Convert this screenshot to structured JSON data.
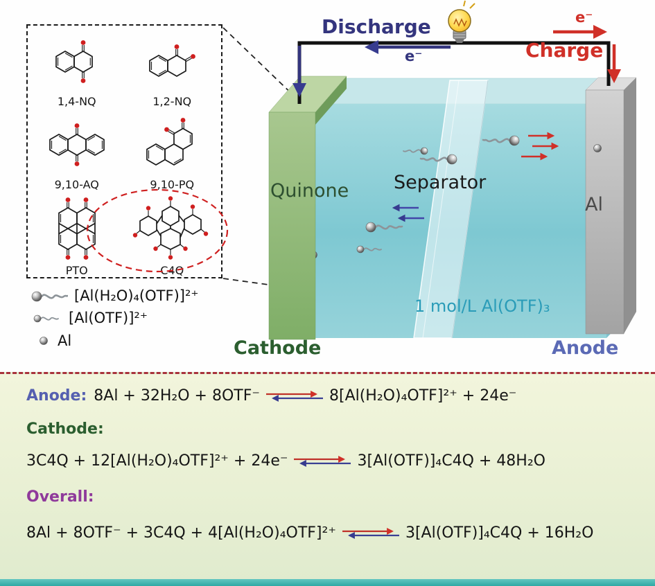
{
  "panel": {
    "molecules": [
      {
        "label": "1,4-NQ"
      },
      {
        "label": "1,2-NQ"
      },
      {
        "label": "9,10-AQ"
      },
      {
        "label": "9,10-PQ"
      },
      {
        "label": "PTO"
      },
      {
        "label": "C4Q"
      }
    ]
  },
  "legend": {
    "items": [
      {
        "icon": "large-hydrated-ion-icon",
        "label": "[Al(H₂O)₄(OTF)]²⁺"
      },
      {
        "icon": "small-ion-icon",
        "label": "[Al(OTF)]²⁺"
      },
      {
        "icon": "al-sphere-icon",
        "label": "Al"
      }
    ]
  },
  "battery": {
    "discharge": "Discharge",
    "charge": "Charge",
    "electron_discharge": "e⁻",
    "electron_charge": "e⁻",
    "cathode_material": "Quinone",
    "separator": "Separator",
    "anode_material": "Al",
    "electrolyte": "1 mol/L Al(OTF)₃",
    "cathode": "Cathode",
    "anode": "Anode"
  },
  "colors": {
    "discharge_navy": "#34357e",
    "charge_red": "#d03028",
    "cathode_green": "#2b5e2f",
    "anode_blue": "#5b6ab5",
    "electrolyte_teal": "#2a9cb8",
    "overall_purple": "#8f3a9b",
    "oxygen_red": "#cf1f1f"
  },
  "equations": {
    "anode": {
      "label": "Anode:",
      "left": "8Al + 32H₂O + 8OTF⁻",
      "right": "8[Al(H₂O)₄OTF]²⁺ + 24e⁻"
    },
    "cathode": {
      "label": "Cathode:",
      "left": "3C4Q + 12[Al(H₂O)₄OTF]²⁺ + 24e⁻",
      "right": "3[Al(OTF)]₄C4Q + 48H₂O"
    },
    "overall": {
      "label": "Overall:",
      "left": "8Al + 8OTF⁻ + 3C4Q + 4[Al(H₂O)₄OTF]²⁺",
      "right": "3[Al(OTF)]₄C4Q + 16H₂O"
    }
  }
}
